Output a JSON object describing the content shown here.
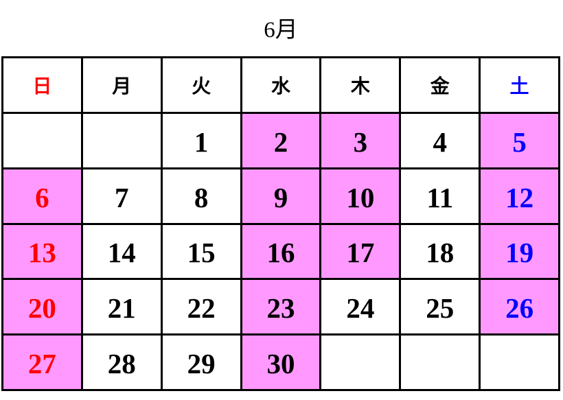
{
  "title": "6月",
  "colors": {
    "sunday": "#ff0000",
    "saturday": "#0000ff",
    "weekday": "#000000",
    "highlight": "#ff99ff",
    "grid": "#000000"
  },
  "weekdays": [
    "日",
    "月",
    "火",
    "水",
    "木",
    "金",
    "土"
  ],
  "weeks": [
    [
      {
        "day": null,
        "highlight": false
      },
      {
        "day": null,
        "highlight": false
      },
      {
        "day": 1,
        "highlight": false
      },
      {
        "day": 2,
        "highlight": true
      },
      {
        "day": 3,
        "highlight": true
      },
      {
        "day": 4,
        "highlight": false
      },
      {
        "day": 5,
        "highlight": true
      }
    ],
    [
      {
        "day": 6,
        "highlight": true
      },
      {
        "day": 7,
        "highlight": false
      },
      {
        "day": 8,
        "highlight": false
      },
      {
        "day": 9,
        "highlight": true
      },
      {
        "day": 10,
        "highlight": true
      },
      {
        "day": 11,
        "highlight": false
      },
      {
        "day": 12,
        "highlight": true
      }
    ],
    [
      {
        "day": 13,
        "highlight": true
      },
      {
        "day": 14,
        "highlight": false
      },
      {
        "day": 15,
        "highlight": false
      },
      {
        "day": 16,
        "highlight": true
      },
      {
        "day": 17,
        "highlight": true
      },
      {
        "day": 18,
        "highlight": false
      },
      {
        "day": 19,
        "highlight": true
      }
    ],
    [
      {
        "day": 20,
        "highlight": true
      },
      {
        "day": 21,
        "highlight": false
      },
      {
        "day": 22,
        "highlight": false
      },
      {
        "day": 23,
        "highlight": true
      },
      {
        "day": 24,
        "highlight": false
      },
      {
        "day": 25,
        "highlight": false
      },
      {
        "day": 26,
        "highlight": true
      }
    ],
    [
      {
        "day": 27,
        "highlight": true
      },
      {
        "day": 28,
        "highlight": false
      },
      {
        "day": 29,
        "highlight": false
      },
      {
        "day": 30,
        "highlight": true
      },
      {
        "day": null,
        "highlight": false
      },
      {
        "day": null,
        "highlight": false
      },
      {
        "day": null,
        "highlight": false
      }
    ]
  ]
}
